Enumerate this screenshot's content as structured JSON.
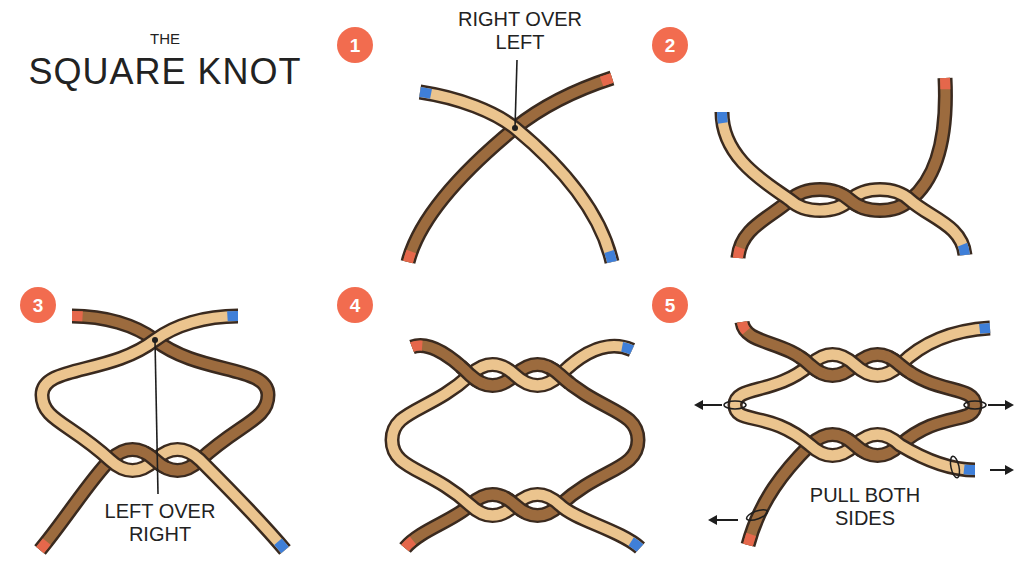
{
  "diagram": {
    "title": "SQUARE KNOT",
    "nodes": [
      {
        "text": [
          "1"
        ]
      },
      {
        "text": [
          "2"
        ]
      },
      {
        "text": [
          "3"
        ]
      },
      {
        "text": [
          "4"
        ]
      },
      {
        "text": [
          "5"
        ]
      }
    ],
    "labels": [
      "THE",
      "RIGHT OVER LEFT",
      "LEFT OVER RIGHT",
      "PULL BOTH SIDES"
    ]
  }
}
